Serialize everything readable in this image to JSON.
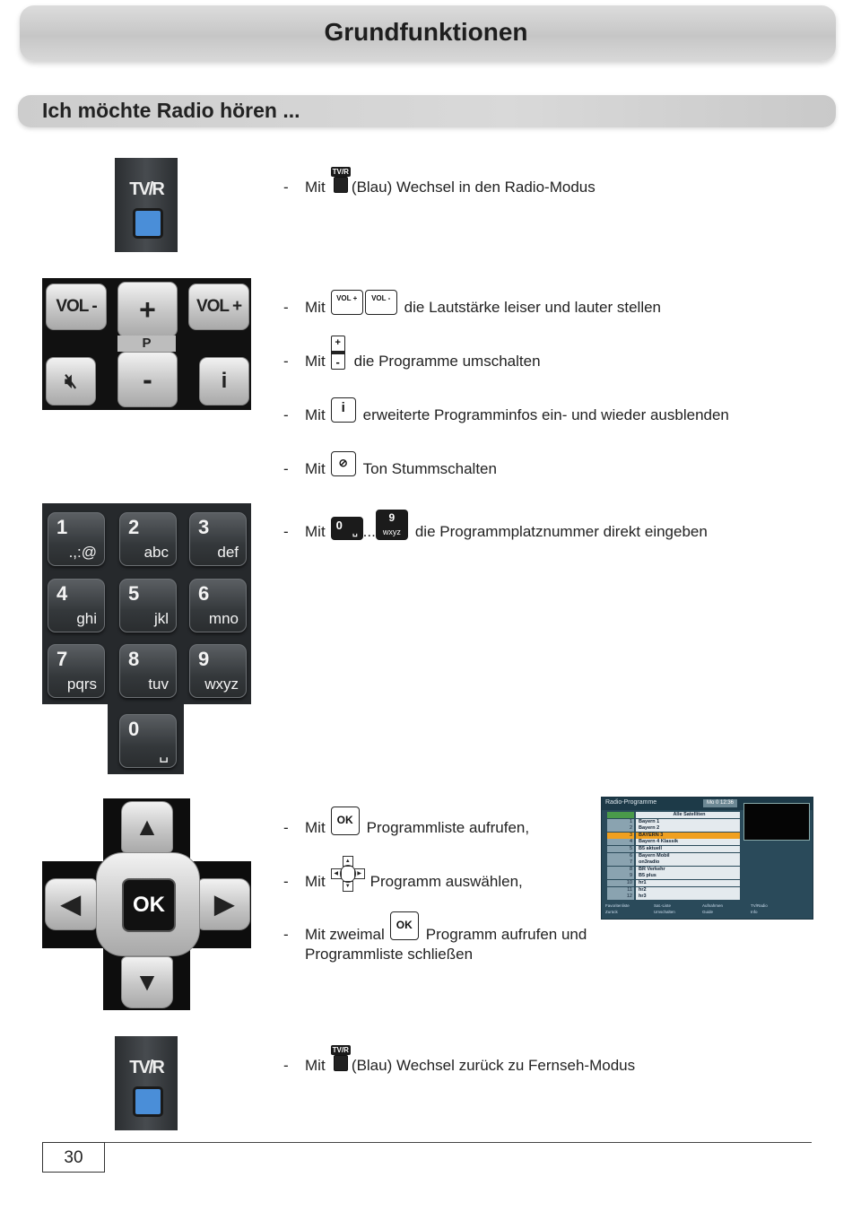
{
  "header": {
    "title": "Grundfunktionen"
  },
  "section": {
    "title": "Ich möchte Radio hören ..."
  },
  "icons": {
    "tvr": "TV/R",
    "vol_minus": "VOL -",
    "vol_plus": "VOL +",
    "plus": "+",
    "minus": "-",
    "p": "P",
    "info": "i",
    "ok": "OK",
    "zero_num": "0",
    "nine_num": "9",
    "nine_letters": "wxyz"
  },
  "keypad": [
    {
      "num": "1",
      "letters": ".,:@"
    },
    {
      "num": "2",
      "letters": "abc"
    },
    {
      "num": "3",
      "letters": "def"
    },
    {
      "num": "4",
      "letters": "ghi"
    },
    {
      "num": "5",
      "letters": "jkl"
    },
    {
      "num": "6",
      "letters": "mno"
    },
    {
      "num": "7",
      "letters": "pqrs"
    },
    {
      "num": "8",
      "letters": "tuv"
    },
    {
      "num": "9",
      "letters": "wxyz"
    },
    {
      "num": "0",
      "letters": "␣"
    }
  ],
  "instructions": {
    "tvr_in_mit": "Mit",
    "tvr_in_text": "(Blau) Wechsel in den Radio-Modus",
    "vol_mit": "Mit",
    "vol_text": "die Lautstärke leiser und lauter stellen",
    "prog_mit": "Mit",
    "prog_text": "die Programme umschalten",
    "info_mit": "Mit",
    "info_text": "erweiterte Programminfos ein- und wieder ausblenden",
    "mute_mit": "Mit",
    "mute_text": "Ton Stummschalten",
    "num_mit": "Mit",
    "num_ellipsis": "...",
    "num_text": "die Programmplatznummer direkt eingeben",
    "ok_mit": "Mit",
    "ok_text": "Programmliste aufrufen,",
    "nav_mit": "Mit",
    "nav_text": "Programm auswählen,",
    "ok2_mit": "Mit zweimal",
    "ok2_text": "Programm aufrufen und",
    "ok2_text2": "Programmliste schließen",
    "tvr_out_mit": "Mit",
    "tvr_out_text": "(Blau) Wechsel zurück zu Fernseh-Modus"
  },
  "screenshot": {
    "title": "Radio-Programme",
    "time": "Mo 0 12:36",
    "header_row": "Alle Satelliten",
    "rows": [
      {
        "n": "1",
        "name": "Bayern 1"
      },
      {
        "n": "2",
        "name": "Bayern 2"
      },
      {
        "n": "3",
        "name": "BAYERN 3"
      },
      {
        "n": "4",
        "name": "Bayern 4 Klassik"
      },
      {
        "n": "5",
        "name": "B5 aktuell"
      },
      {
        "n": "6",
        "name": "Bayern Mobil"
      },
      {
        "n": "7",
        "name": "on3radio"
      },
      {
        "n": "8",
        "name": "BR Verkehr"
      },
      {
        "n": "9",
        "name": "B5 plus"
      },
      {
        "n": "10",
        "name": "hr1"
      },
      {
        "n": "11",
        "name": "hr2"
      },
      {
        "n": "12",
        "name": "hr3"
      }
    ],
    "footer": [
      "Favoritenliste",
      "Sat.-Liste",
      "Aufnahmen",
      "TV/Radio",
      "Zurück",
      "Umschalten",
      "Guide",
      "Info"
    ]
  },
  "footer": {
    "page_number": "30"
  }
}
